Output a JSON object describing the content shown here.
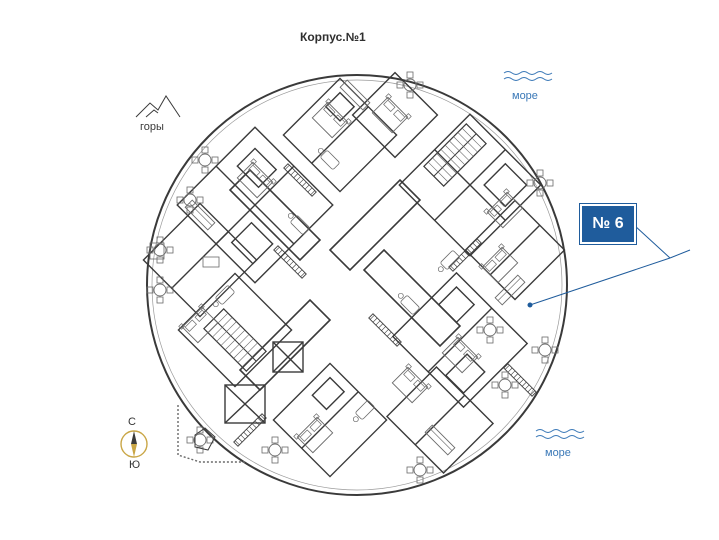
{
  "plan": {
    "building_title": "Корпус.№1",
    "mountains_label": "горы",
    "sea_label_top": "море",
    "sea_label_bottom": "море",
    "apartment_label": "№ 6",
    "compass": {
      "north": "С",
      "south": "Ю"
    }
  },
  "colors": {
    "walls": "#3a3a3a",
    "furniture": "#6a6a6a",
    "sea": "#3a78b7",
    "badge": "#1f5c9c",
    "compass_ring": "#c9a646"
  },
  "icons": [
    "mountains-icon",
    "waves-icon",
    "compass-icon"
  ]
}
